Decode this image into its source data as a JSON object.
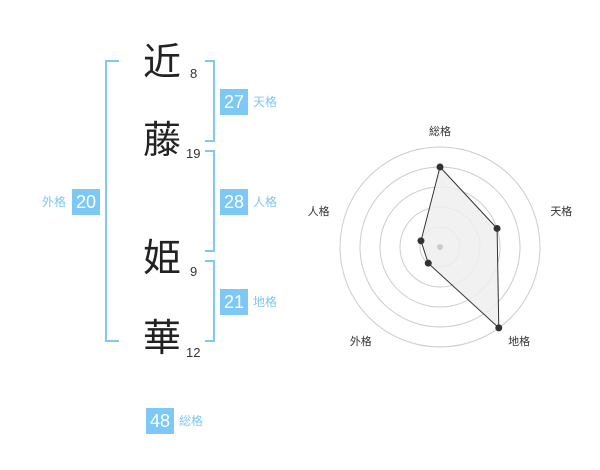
{
  "name": {
    "chars": [
      {
        "char": "近",
        "strokes": "8"
      },
      {
        "char": "藤",
        "strokes": "19"
      },
      {
        "char": "姫",
        "strokes": "9"
      },
      {
        "char": "華",
        "strokes": "12"
      }
    ]
  },
  "grades": {
    "tenkaku": {
      "value": "27",
      "label": "天格"
    },
    "jinkaku": {
      "value": "28",
      "label": "人格"
    },
    "chikaku": {
      "value": "21",
      "label": "地格"
    },
    "gaikaku": {
      "value": "20",
      "label": "外格"
    },
    "soukaku": {
      "value": "48",
      "label": "総格"
    }
  },
  "colors": {
    "accent": "#7dc8f5",
    "radar_fill": "#eeeeee",
    "ring": "#cccccc"
  },
  "chart_data": {
    "type": "radar",
    "axes": [
      "総格",
      "天格",
      "地格",
      "外格",
      "人格"
    ],
    "max": 5,
    "values": [
      4,
      3,
      5,
      1,
      1
    ]
  }
}
